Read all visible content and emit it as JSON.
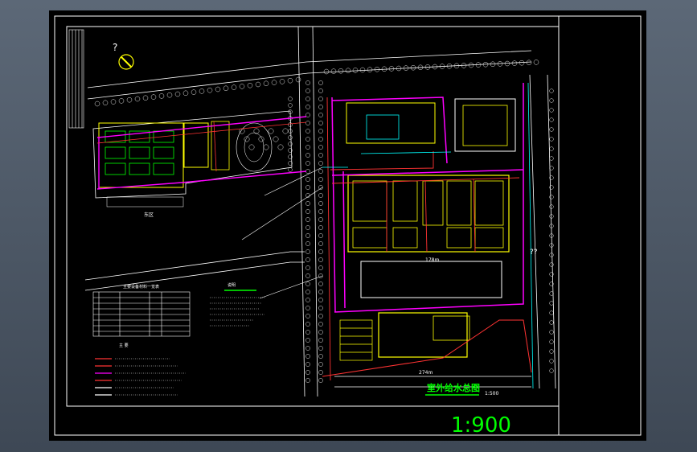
{
  "drawing": {
    "title": "室外给水总图",
    "title_scale": "1:500",
    "sheet_scale": "1:900",
    "north_mark": "?",
    "label_right": "??",
    "dim_bottom": "274m",
    "dim_mid": "178m",
    "block_label": "东区",
    "legend_caption": "主 要",
    "notes_heading": "说明",
    "table_heading": "主要设备材料一览表"
  },
  "colors": {
    "paper": "#000000",
    "frame": "#ffffff",
    "building": "#ffff00",
    "water_main": "#ff00ff",
    "water_branch": "#ff3333",
    "trees": "#e6e6e6",
    "road": "#ffffff",
    "grass": "#00ff00",
    "cyan": "#00ffff",
    "accent_text": "#00ff00"
  }
}
